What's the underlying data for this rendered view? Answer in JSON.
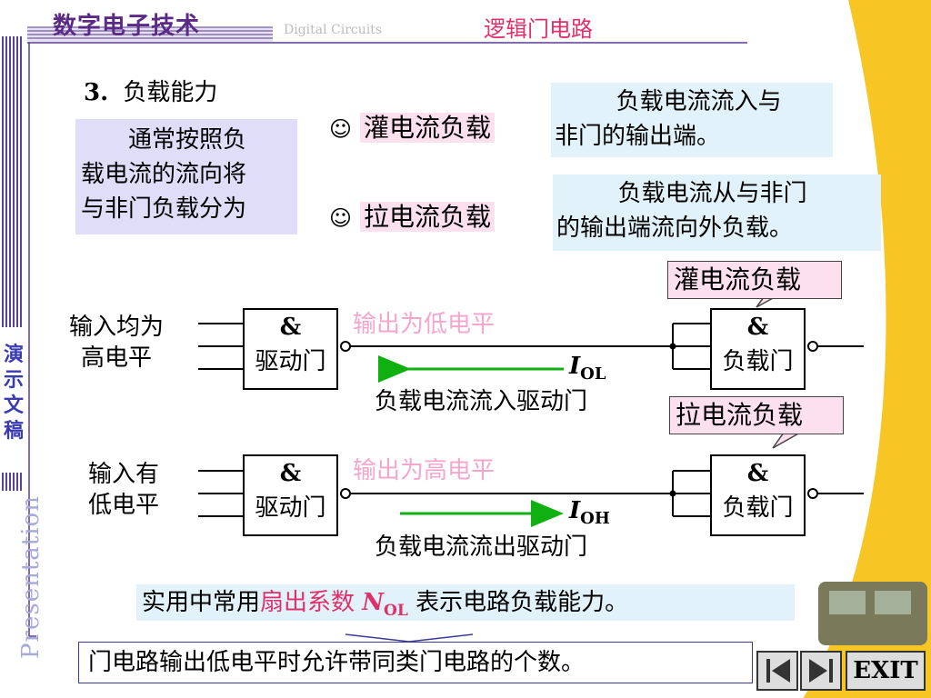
{
  "header": {
    "title": "数字电子技术",
    "subtitle": "Digital  Circuits",
    "chapter": "逻辑门电路"
  },
  "side": {
    "vertical_label": [
      "演",
      "示",
      "文",
      "稿"
    ],
    "presentation": "Presentation"
  },
  "section": {
    "number": "3.",
    "title": "负载能力"
  },
  "intro_text": [
    "通常按照负",
    "载电流的流向将",
    "与非门负载分为"
  ],
  "load_types": [
    {
      "icon": "smiley-icon",
      "label": "灌电流负载",
      "description": [
        "负载电流流入与",
        "非门的输出端。"
      ]
    },
    {
      "icon": "smiley-icon",
      "label": "拉电流负载",
      "description": [
        "负载电流从与非门",
        "的输出端流向外负载。"
      ]
    }
  ],
  "circuit_top": {
    "callout": "灌电流负载",
    "input_label": [
      "输入均为",
      "高电平"
    ],
    "driver_gate": {
      "symbol": "&",
      "label": "驱动门"
    },
    "output_state": "输出为低电平",
    "current_main": "I",
    "current_sub": "OL",
    "caption": "负载电流流入驱动门",
    "load_gate": {
      "symbol": "&",
      "label": "负载门"
    }
  },
  "circuit_bottom": {
    "callout": "拉电流负载",
    "input_label": [
      "输入有",
      "低电平"
    ],
    "driver_gate": {
      "symbol": "&",
      "label": "驱动门"
    },
    "output_state": "输出为高电平",
    "current_main": "I",
    "current_sub": "OH",
    "caption": "负载电流流出驱动门",
    "load_gate": {
      "symbol": "&",
      "label": "负载门"
    }
  },
  "fanout": {
    "prefix": "实用中常用",
    "highlight": "扇出系数 ",
    "symbol": "N",
    "symbol_sub": "OL",
    "suffix": " 表示电路负载能力。",
    "note": "门电路输出低电平时允许带同类门电路的个数。"
  },
  "nav": {
    "exit_label": "EXIT"
  },
  "colors": {
    "accent_pink": "#e0306a",
    "highlight_pink": "#fde0ee",
    "desc_blue": "#e2f2fa",
    "intro_lavender": "#e0ddf8",
    "arrow_green": "#10b010",
    "sidebar_yellow": "#f7c625"
  }
}
